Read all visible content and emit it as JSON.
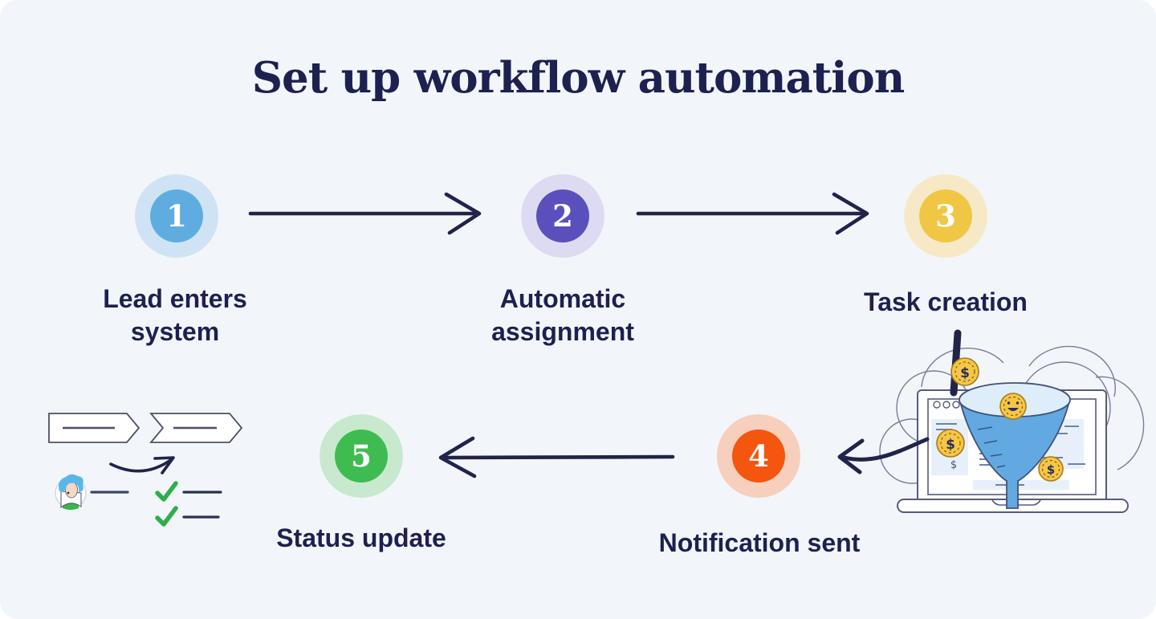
{
  "title": "Set up workflow automation",
  "steps": [
    {
      "number": "1",
      "label": "Lead enters system",
      "color": "#5fade0",
      "halo": "#cfe3f5"
    },
    {
      "number": "2",
      "label": "Automatic assignment",
      "color": "#5a50bd",
      "halo": "#dddbf1"
    },
    {
      "number": "3",
      "label": "Task creation",
      "color": "#f2c645",
      "halo": "#f8e9c6"
    },
    {
      "number": "4",
      "label": "Notification sent",
      "color": "#f4560f",
      "halo": "#f6d0bc"
    },
    {
      "number": "5",
      "label": "Status update",
      "color": "#3fbc51",
      "halo": "#c9e9ce"
    }
  ],
  "flow": [
    "step1 -> step2",
    "step2 -> step3",
    "step3 -> funnel-laptop-illustration",
    "funnel-laptop-illustration -> step4",
    "step4 -> step5"
  ],
  "illustrations": {
    "funnel_laptop": {
      "coin_symbol": "$"
    },
    "checklist": {
      "check_count": 2
    }
  },
  "colors": {
    "background": "#f2f6fa",
    "text": "#1d2150",
    "arrow": "#20244b",
    "check_green": "#2fae4b",
    "funnel_blue": "#61a9e0",
    "coin_gold": "#f6c646"
  }
}
